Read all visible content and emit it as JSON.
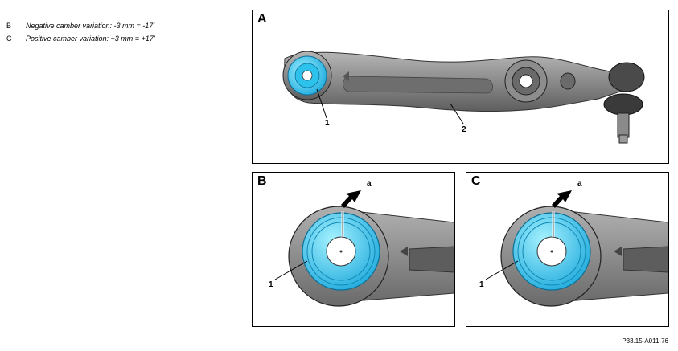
{
  "legend": [
    {
      "key": "B",
      "text": "Negative camber variation: -3 mm = -17'"
    },
    {
      "key": "C",
      "text": "Positive camber variation: +3 mm = +17'"
    }
  ],
  "panels": {
    "a": {
      "letter": "A",
      "callout_1": "1",
      "callout_2": "2"
    },
    "b": {
      "letter": "B",
      "callout_1": "1",
      "callout_a": "a"
    },
    "c": {
      "letter": "C",
      "callout_1": "1",
      "callout_a": "a"
    }
  },
  "figure_id": "P33.15-A011-76",
  "colors": {
    "bushing": "#32c8f0",
    "arm": "#8a8a8a",
    "outline": "#000000"
  }
}
